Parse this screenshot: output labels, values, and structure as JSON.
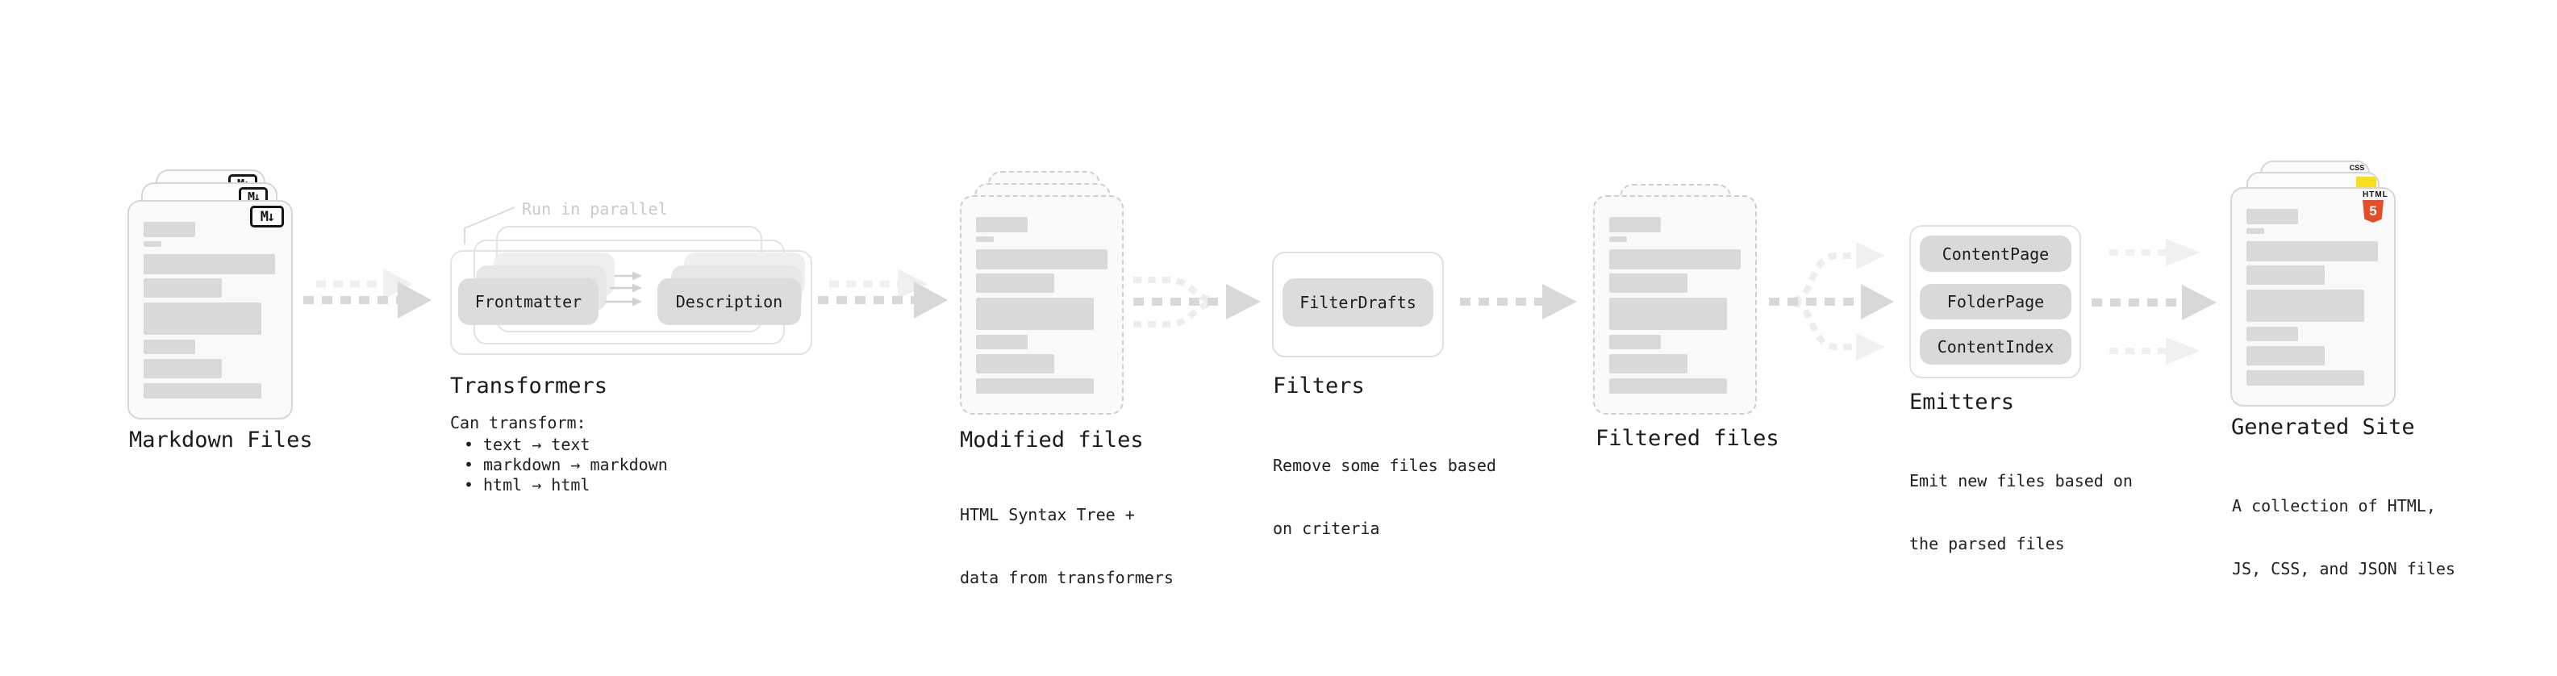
{
  "sections": {
    "markdown_files": {
      "label": "Markdown Files",
      "badge": "M↓"
    },
    "transformers": {
      "title": "Transformers",
      "annotation": "Run in parallel",
      "step_a": "Frontmatter",
      "step_b": "Description",
      "desc_heading": "Can transform:",
      "bullet_char": "•",
      "bullets": [
        "text → text",
        "markdown → markdown",
        "html → html"
      ]
    },
    "modified_files": {
      "label": "Modified files",
      "desc": [
        "HTML Syntax Tree +",
        "data from transformers"
      ]
    },
    "filters": {
      "title": "Filters",
      "step": "FilterDrafts",
      "desc": [
        "Remove some files based",
        "on criteria"
      ]
    },
    "filtered_files": {
      "label": "Filtered files"
    },
    "emitters": {
      "title": "Emitters",
      "steps": [
        "ContentPage",
        "FolderPage",
        "ContentIndex"
      ],
      "desc": [
        "Emit new files based on",
        "the parsed files"
      ]
    },
    "generated_site": {
      "label": "Generated Site",
      "desc": [
        "A collection of HTML,",
        "JS, CSS, and JSON files"
      ],
      "badges": {
        "css_label": "CSS",
        "html_label": "HTML",
        "html_number": "5"
      }
    }
  },
  "colors": {
    "html5_orange": "#e44d26",
    "js_yellow": "#f7df1e",
    "css_blue": "#2d53e5",
    "bar_gray": "#d9d9d9",
    "arrow_gray": "#d8d8d8",
    "arrow_light": "#f0f0f0"
  }
}
